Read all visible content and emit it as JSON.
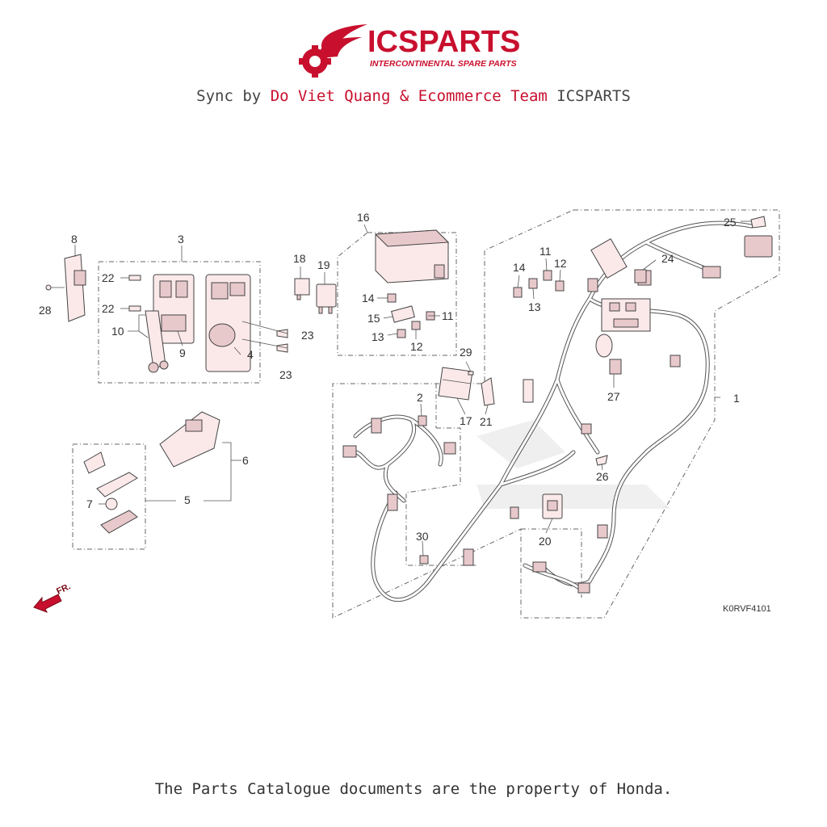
{
  "header": {
    "brand": "ICSPARTS",
    "tagline": "INTERCONTINENTAL SPARE PARTS",
    "sync_prefix": "Sync by ",
    "sync_highlight": "Do Viet Quang & Ecommerce Team",
    "sync_suffix": " ICSPARTS",
    "brand_color": "#c8102e"
  },
  "diagram": {
    "code": "K0RVF4101",
    "fr_label": "FR.",
    "callouts": [
      "1",
      "2",
      "3",
      "4",
      "5",
      "6",
      "7",
      "8",
      "9",
      "10",
      "11",
      "11",
      "12",
      "12",
      "13",
      "13",
      "14",
      "14",
      "15",
      "16",
      "17",
      "18",
      "19",
      "20",
      "21",
      "22",
      "22",
      "23",
      "23",
      "24",
      "25",
      "26",
      "27",
      "28",
      "29",
      "30"
    ]
  },
  "footer": {
    "text": "The Parts Catalogue documents are the property of Honda."
  }
}
